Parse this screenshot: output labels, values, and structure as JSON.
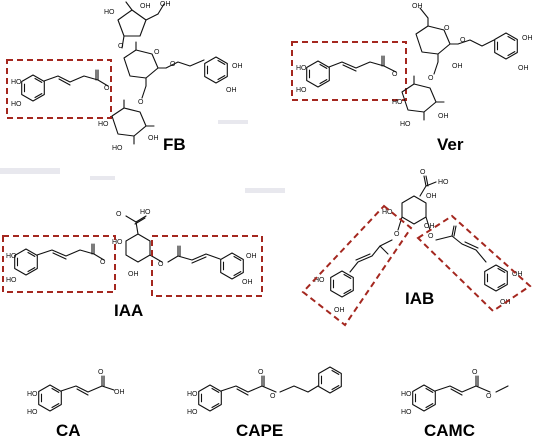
{
  "compounds": [
    {
      "id": "fb",
      "label": "FB"
    },
    {
      "id": "ver",
      "label": "Ver"
    },
    {
      "id": "iaa",
      "label": "IAA"
    },
    {
      "id": "iab",
      "label": "IAB"
    },
    {
      "id": "ca",
      "label": "CA"
    },
    {
      "id": "cape",
      "label": "CAPE"
    },
    {
      "id": "camc",
      "label": "CAMC"
    }
  ],
  "atoms": {
    "ho": "HO",
    "oh": "OH",
    "o": "O",
    "cooh_ho": "HO",
    "cooh_o": "O",
    "ch2oh": "OH"
  },
  "colors": {
    "highlight": "#a4271f",
    "ink": "#111111",
    "background": "#ffffff"
  }
}
